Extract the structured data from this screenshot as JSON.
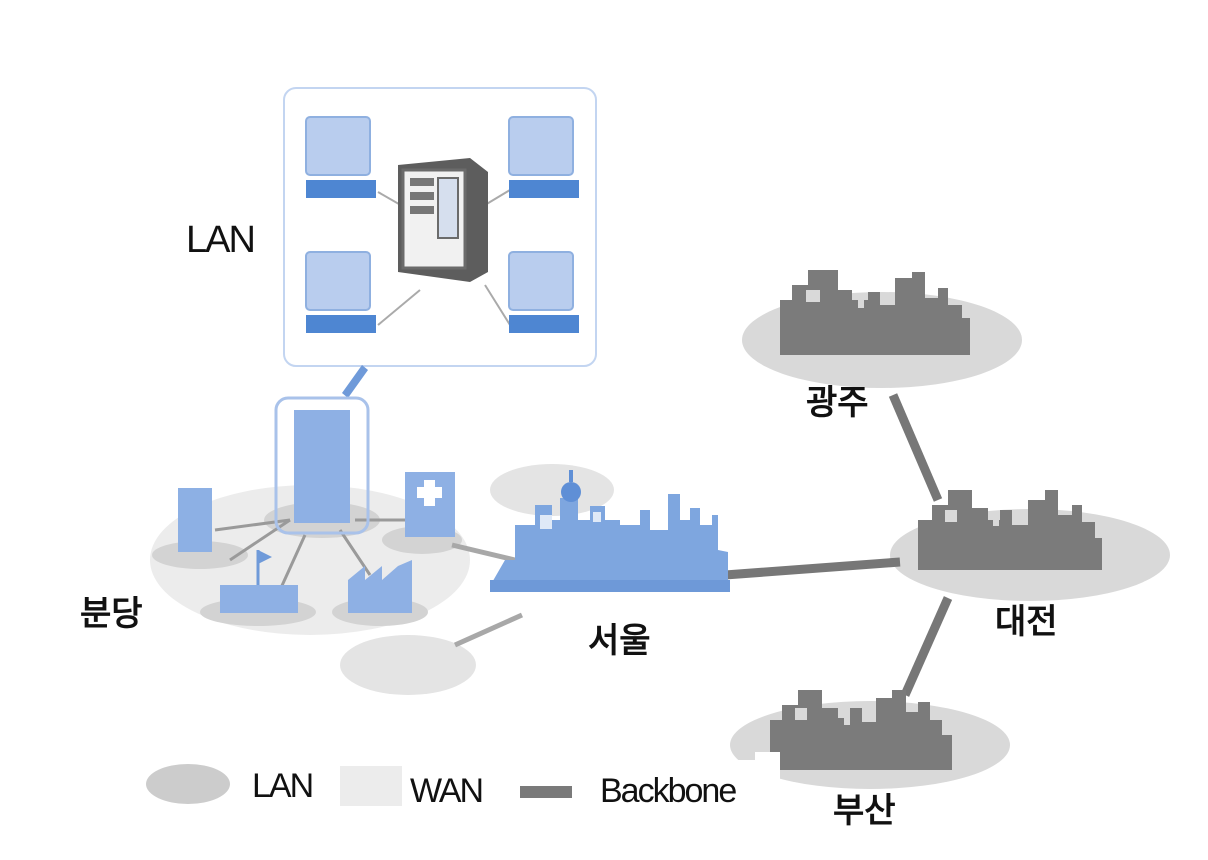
{
  "diagram": {
    "lan_callout_label": "LAN",
    "cities": {
      "bundang": "분당",
      "seoul": "서울",
      "gwangju": "광주",
      "daejeon": "대전",
      "busan": "부산"
    },
    "legend": [
      {
        "label": "LAN",
        "symbol": "lan-ellipse",
        "color": "#cccccc"
      },
      {
        "label": "WAN",
        "symbol": "wan-area",
        "color": "#ececec"
      },
      {
        "label": "Backbone",
        "symbol": "backbone-line",
        "color": "#7a7a7a"
      }
    ],
    "colors": {
      "blue_building": "#7ea6df",
      "gray_building": "#7b7b7b",
      "lan_circle": "#d3d3d3",
      "wan_area": "#ececec",
      "backbone": "#777777"
    }
  }
}
